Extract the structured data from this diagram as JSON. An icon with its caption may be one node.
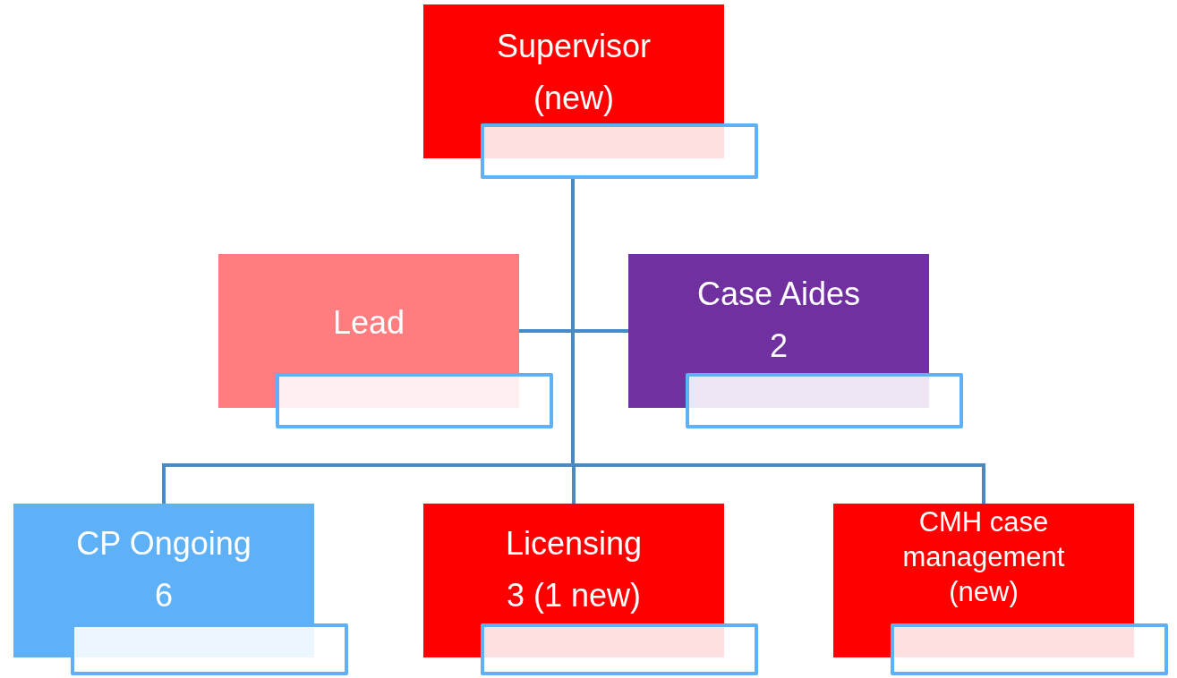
{
  "diagram": {
    "nodes": [
      {
        "text": [
          "Supervisor",
          "(new)"
        ]
      },
      {
        "text": [],
        "shape": "box"
      },
      {
        "text": [
          "Lead"
        ]
      },
      {
        "text": [],
        "shape": "box"
      },
      {
        "text": [
          "Case Aides",
          "2"
        ]
      },
      {
        "text": [],
        "shape": "box"
      },
      {
        "text": [
          "CP Ongoing",
          "6"
        ]
      },
      {
        "text": [],
        "shape": "box"
      },
      {
        "text": [
          "Licensing",
          "3 (1 new)"
        ]
      },
      {
        "text": [],
        "shape": "box"
      },
      {
        "text": [
          "CMH case management",
          "(new)"
        ]
      },
      {
        "text": [],
        "shape": "box"
      }
    ],
    "edges": [
      {
        "from": 1,
        "to": 2,
        "arrow": "none"
      },
      {
        "from": 1,
        "to": 4,
        "arrow": "none"
      },
      {
        "from": 1,
        "to": 6,
        "arrow": "none"
      },
      {
        "from": 1,
        "to": 8,
        "arrow": "none"
      },
      {
        "from": 1,
        "to": 10,
        "arrow": "none"
      }
    ]
  }
}
